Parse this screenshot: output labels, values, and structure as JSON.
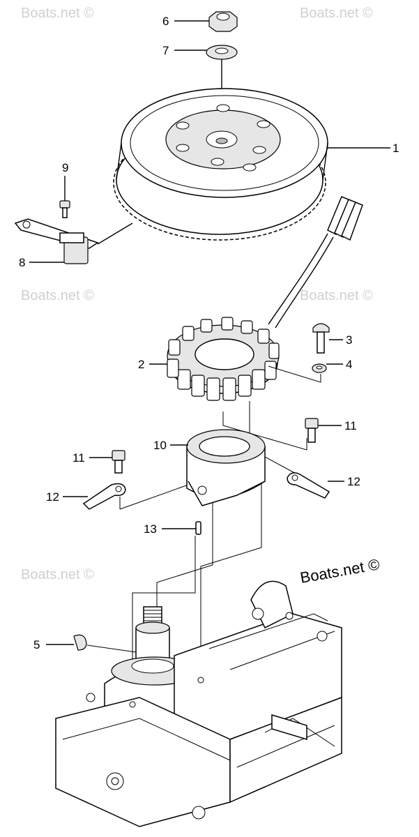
{
  "watermarks": {
    "text": "Boats.net ©",
    "credit": "Boats.net ©"
  },
  "callouts": [
    {
      "id": "6",
      "label": "6"
    },
    {
      "id": "7",
      "label": "7"
    },
    {
      "id": "1",
      "label": "1"
    },
    {
      "id": "9",
      "label": "9"
    },
    {
      "id": "8",
      "label": "8"
    },
    {
      "id": "3",
      "label": "3"
    },
    {
      "id": "2",
      "label": "2"
    },
    {
      "id": "4",
      "label": "4"
    },
    {
      "id": "11a",
      "label": "11"
    },
    {
      "id": "10",
      "label": "10"
    },
    {
      "id": "11b",
      "label": "11"
    },
    {
      "id": "12a",
      "label": "12"
    },
    {
      "id": "12b",
      "label": "12"
    },
    {
      "id": "13",
      "label": "13"
    },
    {
      "id": "5",
      "label": "5"
    }
  ]
}
